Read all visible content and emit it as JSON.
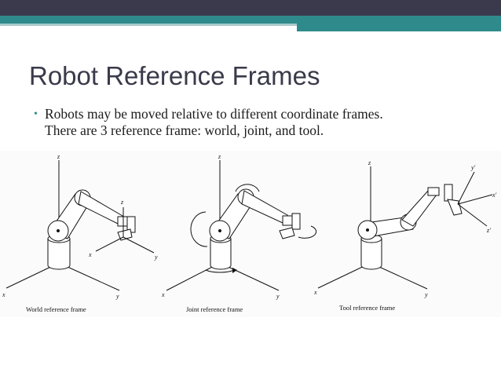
{
  "slide": {
    "title": "Robot Reference Frames",
    "bullet_line1": "Robots may be moved relative to different coordinate frames.",
    "bullet_line2": "There are 3 reference frame: world, joint, and tool."
  },
  "figures": [
    {
      "caption": "World reference frame",
      "axes": {
        "base_z": "z",
        "base_x": "x",
        "base_y": "y",
        "tool_z": "z",
        "tool_x": "x",
        "tool_y": "y"
      }
    },
    {
      "caption": "Joint reference frame",
      "axes": {
        "base_z": "z",
        "base_x": "x",
        "base_y": "y"
      }
    },
    {
      "caption": "Tool reference frame",
      "axes": {
        "base_z": "z",
        "base_x": "x",
        "base_y": "y",
        "tool_y": "y'",
        "tool_x": "x'",
        "tool_z": "z'"
      }
    }
  ],
  "colors": {
    "header": "#3b3a4d",
    "accent": "#2f8b8b",
    "title": "#3a3a4a"
  }
}
